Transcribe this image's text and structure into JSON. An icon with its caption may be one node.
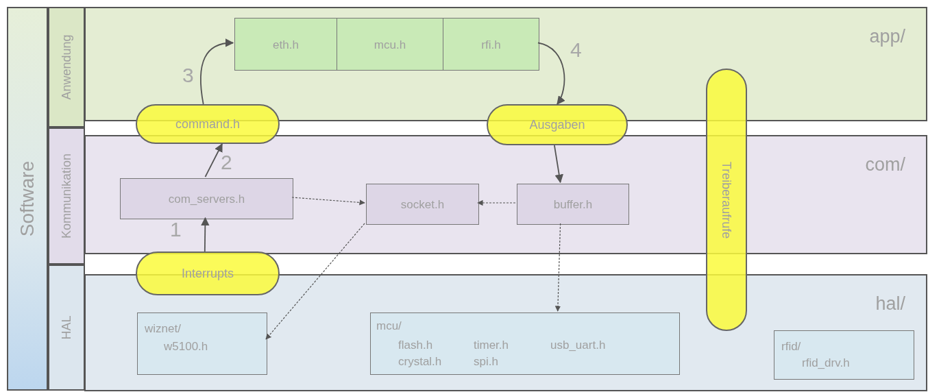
{
  "diagram": {
    "nodes": [
      {
        "text": [
          "Software"
        ]
      },
      {
        "text": [
          "Anwendung"
        ]
      },
      {
        "text": [
          "Kommunikation"
        ]
      },
      {
        "text": [
          "HAL"
        ]
      },
      {
        "text": [
          "app/"
        ]
      },
      {
        "text": [
          "com/"
        ]
      },
      {
        "text": [
          "hal/"
        ]
      },
      {
        "text": [
          "eth.h"
        ],
        "in": 4
      },
      {
        "text": [
          "mcu.h"
        ],
        "in": 4
      },
      {
        "text": [
          "rfi.h"
        ],
        "in": 4
      },
      {
        "text": [
          "command.h"
        ]
      },
      {
        "text": [
          "Ausgaben"
        ]
      },
      {
        "text": [
          "Treiberaufrufe"
        ]
      },
      {
        "text": [
          "com_servers.h"
        ],
        "in": 5
      },
      {
        "text": [
          "socket.h"
        ],
        "in": 5
      },
      {
        "text": [
          "buffer.h"
        ],
        "in": 5
      },
      {
        "text": [
          "Interrupts"
        ]
      },
      {
        "text": [
          "wiznet/",
          "w5100.h"
        ],
        "in": 6
      },
      {
        "text": [
          "mcu/",
          "flash.h",
          "timer.h",
          "usb_uart.h",
          "crystal.h",
          "spi.h"
        ],
        "in": 6
      },
      {
        "text": [
          "rfid/",
          "rfid_drv.h"
        ],
        "in": 6
      }
    ],
    "edges": [
      {
        "from": 16,
        "to": 13,
        "arrow": "to",
        "label": "1"
      },
      {
        "from": 13,
        "to": 10,
        "arrow": "to",
        "label": "2"
      },
      {
        "from": 10,
        "to": 7,
        "arrow": "to",
        "label": "3"
      },
      {
        "from": 9,
        "to": 11,
        "arrow": "to",
        "label": "4"
      },
      {
        "from": 11,
        "to": 15,
        "arrow": "to"
      },
      {
        "from": 13,
        "to": 14,
        "arrow": "to",
        "style": "dashed"
      },
      {
        "from": 15,
        "to": 14,
        "arrow": "to",
        "style": "dashed"
      },
      {
        "from": 14,
        "to": 17,
        "arrow": "to",
        "style": "dashed"
      },
      {
        "from": 15,
        "to": 18,
        "arrow": "to",
        "style": "dashed"
      }
    ]
  }
}
